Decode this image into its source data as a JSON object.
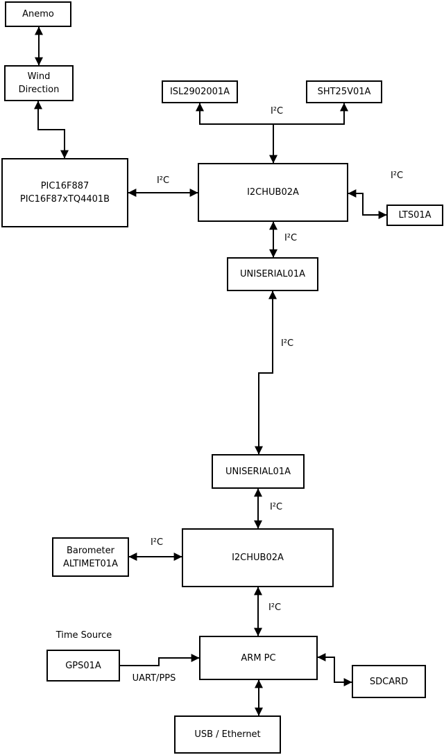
{
  "diagram": {
    "title_hint": "weather-station hardware block diagram",
    "nodes": {
      "anemo": {
        "label": "Anemo"
      },
      "wind_direction": {
        "line1": "Wind",
        "line2": "Direction"
      },
      "pic": {
        "line1": "PIC16F887",
        "line2": "PIC16F87xTQ4401B"
      },
      "isl": {
        "label": "ISL2902001A"
      },
      "sht": {
        "label": "SHT25V01A"
      },
      "hub1": {
        "label": "I2CHUB02A"
      },
      "lts": {
        "label": "LTS01A"
      },
      "uniserial1": {
        "label": "UNISERIAL01A"
      },
      "uniserial2": {
        "label": "UNISERIAL01A"
      },
      "hub2": {
        "label": "I2CHUB02A"
      },
      "barometer": {
        "line1": "Barometer",
        "line2": "ALTIMET01A"
      },
      "arm_pc": {
        "label": "ARM PC"
      },
      "gps": {
        "label": "GPS01A"
      },
      "sdcard": {
        "label": "SDCARD"
      },
      "usb_ethernet": {
        "label": "USB / Ethernet"
      }
    },
    "edge_labels": {
      "sensors_bus": "I²C",
      "pic_hub1": "I²C",
      "hub1_lts": "I²C",
      "hub1_uniserial1": "I²C",
      "uniserial1_uniserial2": "I²C",
      "uniserial2_hub2": "I²C",
      "barometer_hub2": "I²C",
      "hub2_arm_pc": "I²C",
      "gps_arm_pc": "UART/PPS"
    },
    "annotations": {
      "time_source": "Time Source"
    },
    "colors": {
      "line": "#000000",
      "box_fill": "#ffffff",
      "background": "#ffffff"
    }
  }
}
